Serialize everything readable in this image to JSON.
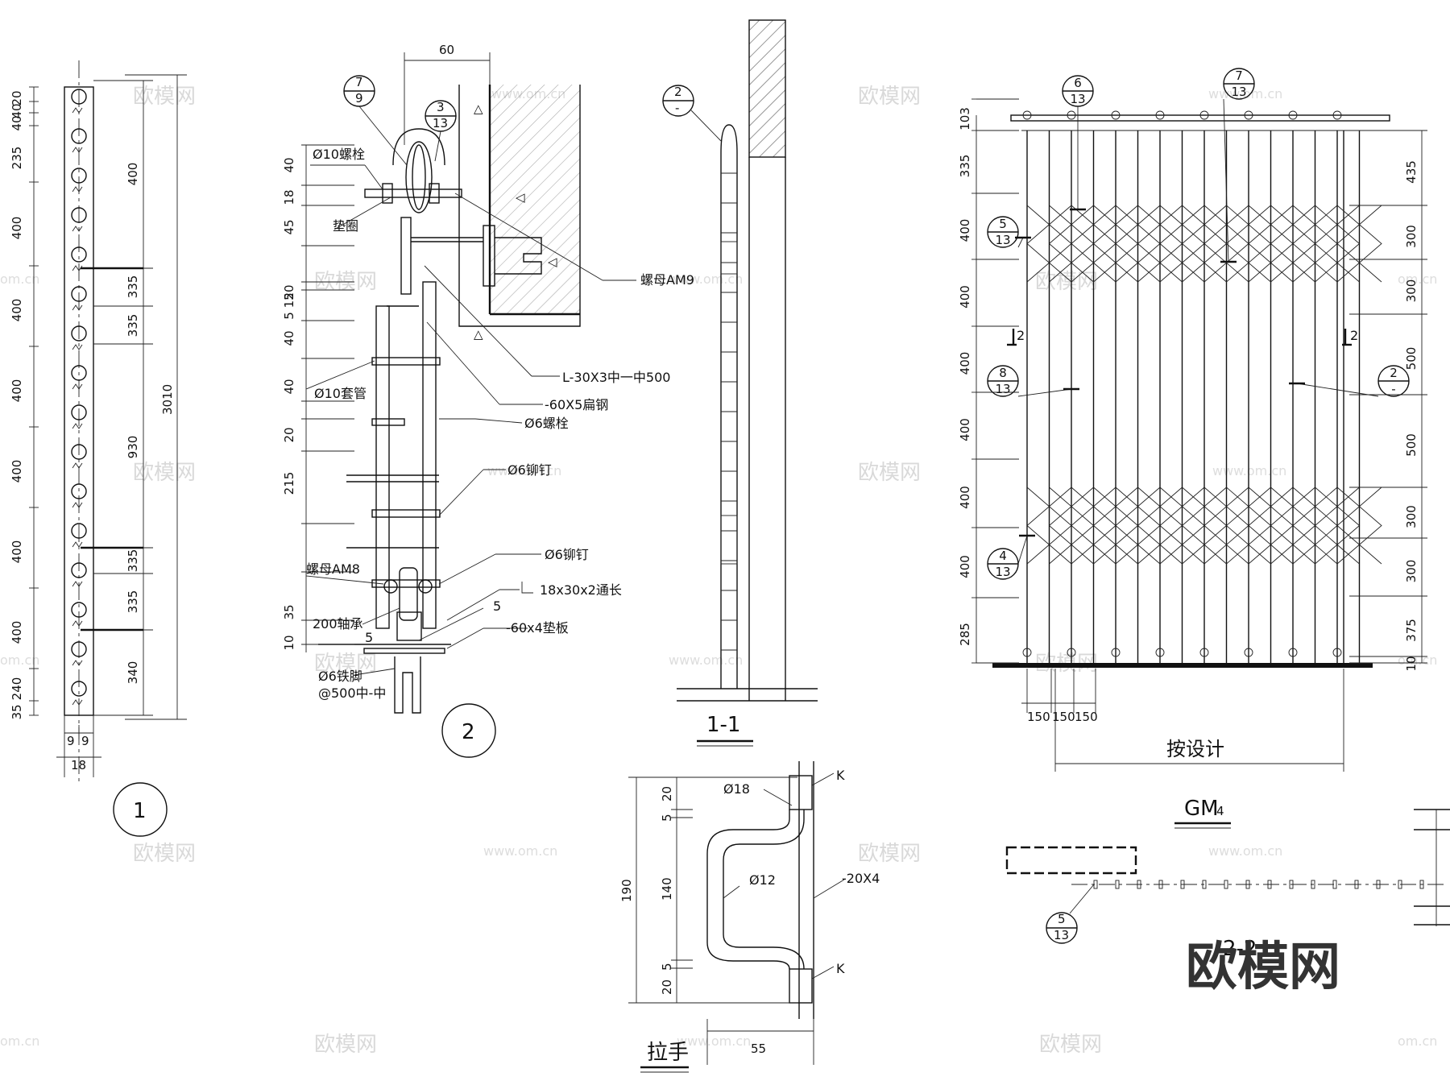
{
  "drawing_1": {
    "label": "1",
    "left_dims": [
      "20",
      "40",
      "40",
      "235",
      "400",
      "400",
      "400",
      "400",
      "400",
      "400",
      "240",
      "35"
    ],
    "right_dims": [
      "400",
      "335",
      "335",
      "930",
      "335",
      "335",
      "340"
    ],
    "total": "3010",
    "bottom_dims": [
      "9",
      "9",
      "18"
    ]
  },
  "drawing_2": {
    "label": "2",
    "top_dim": "60",
    "left_dims": [
      "40",
      "18",
      "45",
      "20",
      "5 15",
      "40",
      "40",
      "20",
      "215",
      "35",
      "10"
    ],
    "callouts": [
      {
        "top": "7",
        "bottom": "9"
      },
      {
        "top": "3",
        "bottom": "13"
      }
    ],
    "notes": {
      "bolt10": "Ø10螺栓",
      "washer": "垫圈",
      "nut9": "螺母AM9",
      "angle": "L-30X3中一中500",
      "flat": "-60X5扁钢",
      "bolt6": "Ø6螺栓",
      "rivet6a": "Ø6铆钉",
      "sleeve": "Ø10套管",
      "rivet6b": "Ø6铆钉",
      "nut8": "螺母AM8",
      "channel": "18x30x2通长",
      "bearing": "200轴承",
      "pad": "-60x4垫板",
      "foot": "Ø6铁脚",
      "foot_spacing": "@500中-中",
      "weld5a": "5",
      "weld5b": "5"
    }
  },
  "section_1_1": {
    "label": "1-1",
    "callout": {
      "top": "2",
      "bottom": "-"
    }
  },
  "handle": {
    "title": "拉手",
    "left_dims": [
      "20",
      "5",
      "140",
      "5",
      "20"
    ],
    "total": "190",
    "bottom_dim": "55",
    "notes": {
      "d18": "Ø18",
      "d12": "Ø12",
      "flat": "-20X4",
      "k1": "K",
      "k2": "K"
    }
  },
  "elevation": {
    "title": "GM",
    "title_sub": "4",
    "left_dims": [
      "103",
      "335",
      "400",
      "400",
      "400",
      "400",
      "400",
      "400",
      "285"
    ],
    "right_dims": [
      "435",
      "300",
      "300",
      "500",
      "500",
      "300",
      "300",
      "375",
      "10"
    ],
    "bottom_dims": [
      "150",
      "150",
      "150"
    ],
    "overall": "按设计",
    "section_marks": [
      "2",
      "2"
    ],
    "callouts": [
      {
        "top": "6",
        "bottom": "13"
      },
      {
        "top": "7",
        "bottom": "13"
      },
      {
        "top": "5",
        "bottom": "13"
      },
      {
        "top": "8",
        "bottom": "13"
      },
      {
        "top": "4",
        "bottom": "13"
      },
      {
        "top": "2",
        "bottom": "-"
      }
    ]
  },
  "section_2_2": {
    "label": "2-2",
    "callout": {
      "top": "5",
      "bottom": "13"
    }
  },
  "watermark": {
    "brand": "欧模网",
    "url": "www.om.cn",
    "url_short": "om.cn"
  }
}
